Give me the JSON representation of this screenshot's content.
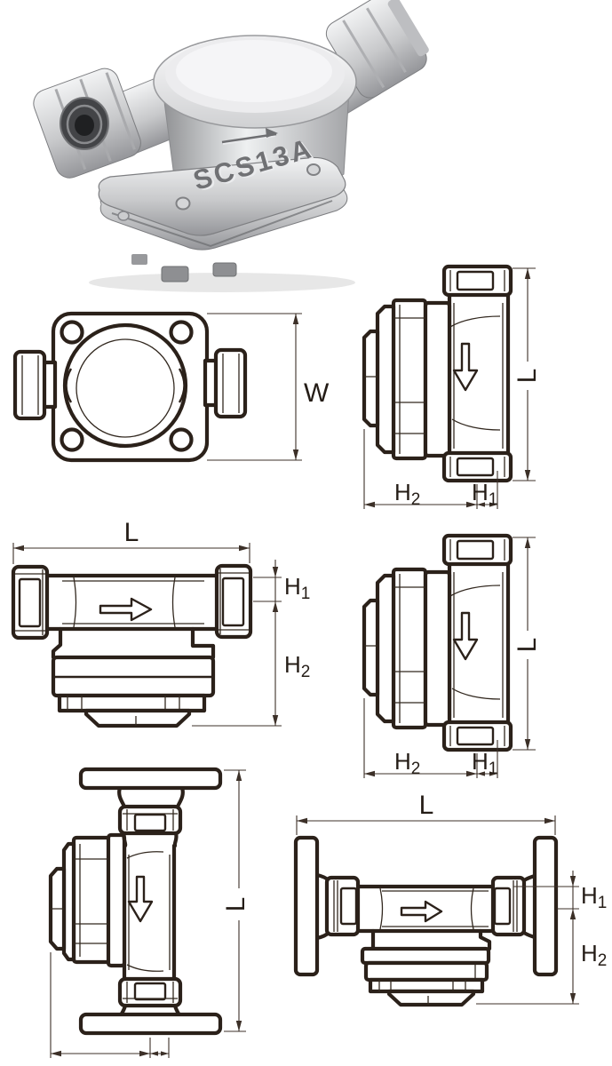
{
  "page": {
    "background": "#ffffff",
    "line_color": "#2b211a",
    "dimension_color": "#3c3028",
    "label_color": "#241c16"
  },
  "product_photo": {
    "cast_marking": "SCS13A"
  },
  "views": {
    "top_view": {
      "dim_width": "W"
    },
    "vertical_screwed_upper": {
      "dim_length": "L",
      "dim_h2_base": "H",
      "dim_h2_sub": "2",
      "dim_h1_base": "H",
      "dim_h1_sub": "1"
    },
    "horizontal_screwed": {
      "dim_length": "L",
      "dim_h1_base": "H",
      "dim_h1_sub": "1",
      "dim_h2_base": "H",
      "dim_h2_sub": "2"
    },
    "vertical_screwed_lower": {
      "dim_length": "L",
      "dim_h2_base": "H",
      "dim_h2_sub": "2",
      "dim_h1_base": "H",
      "dim_h1_sub": "1"
    },
    "vertical_flanged": {
      "dim_length": "L"
    },
    "horizontal_flanged": {
      "dim_length": "L",
      "dim_h1_base": "H",
      "dim_h1_sub": "1",
      "dim_h2_base": "H",
      "dim_h2_sub": "2"
    }
  }
}
